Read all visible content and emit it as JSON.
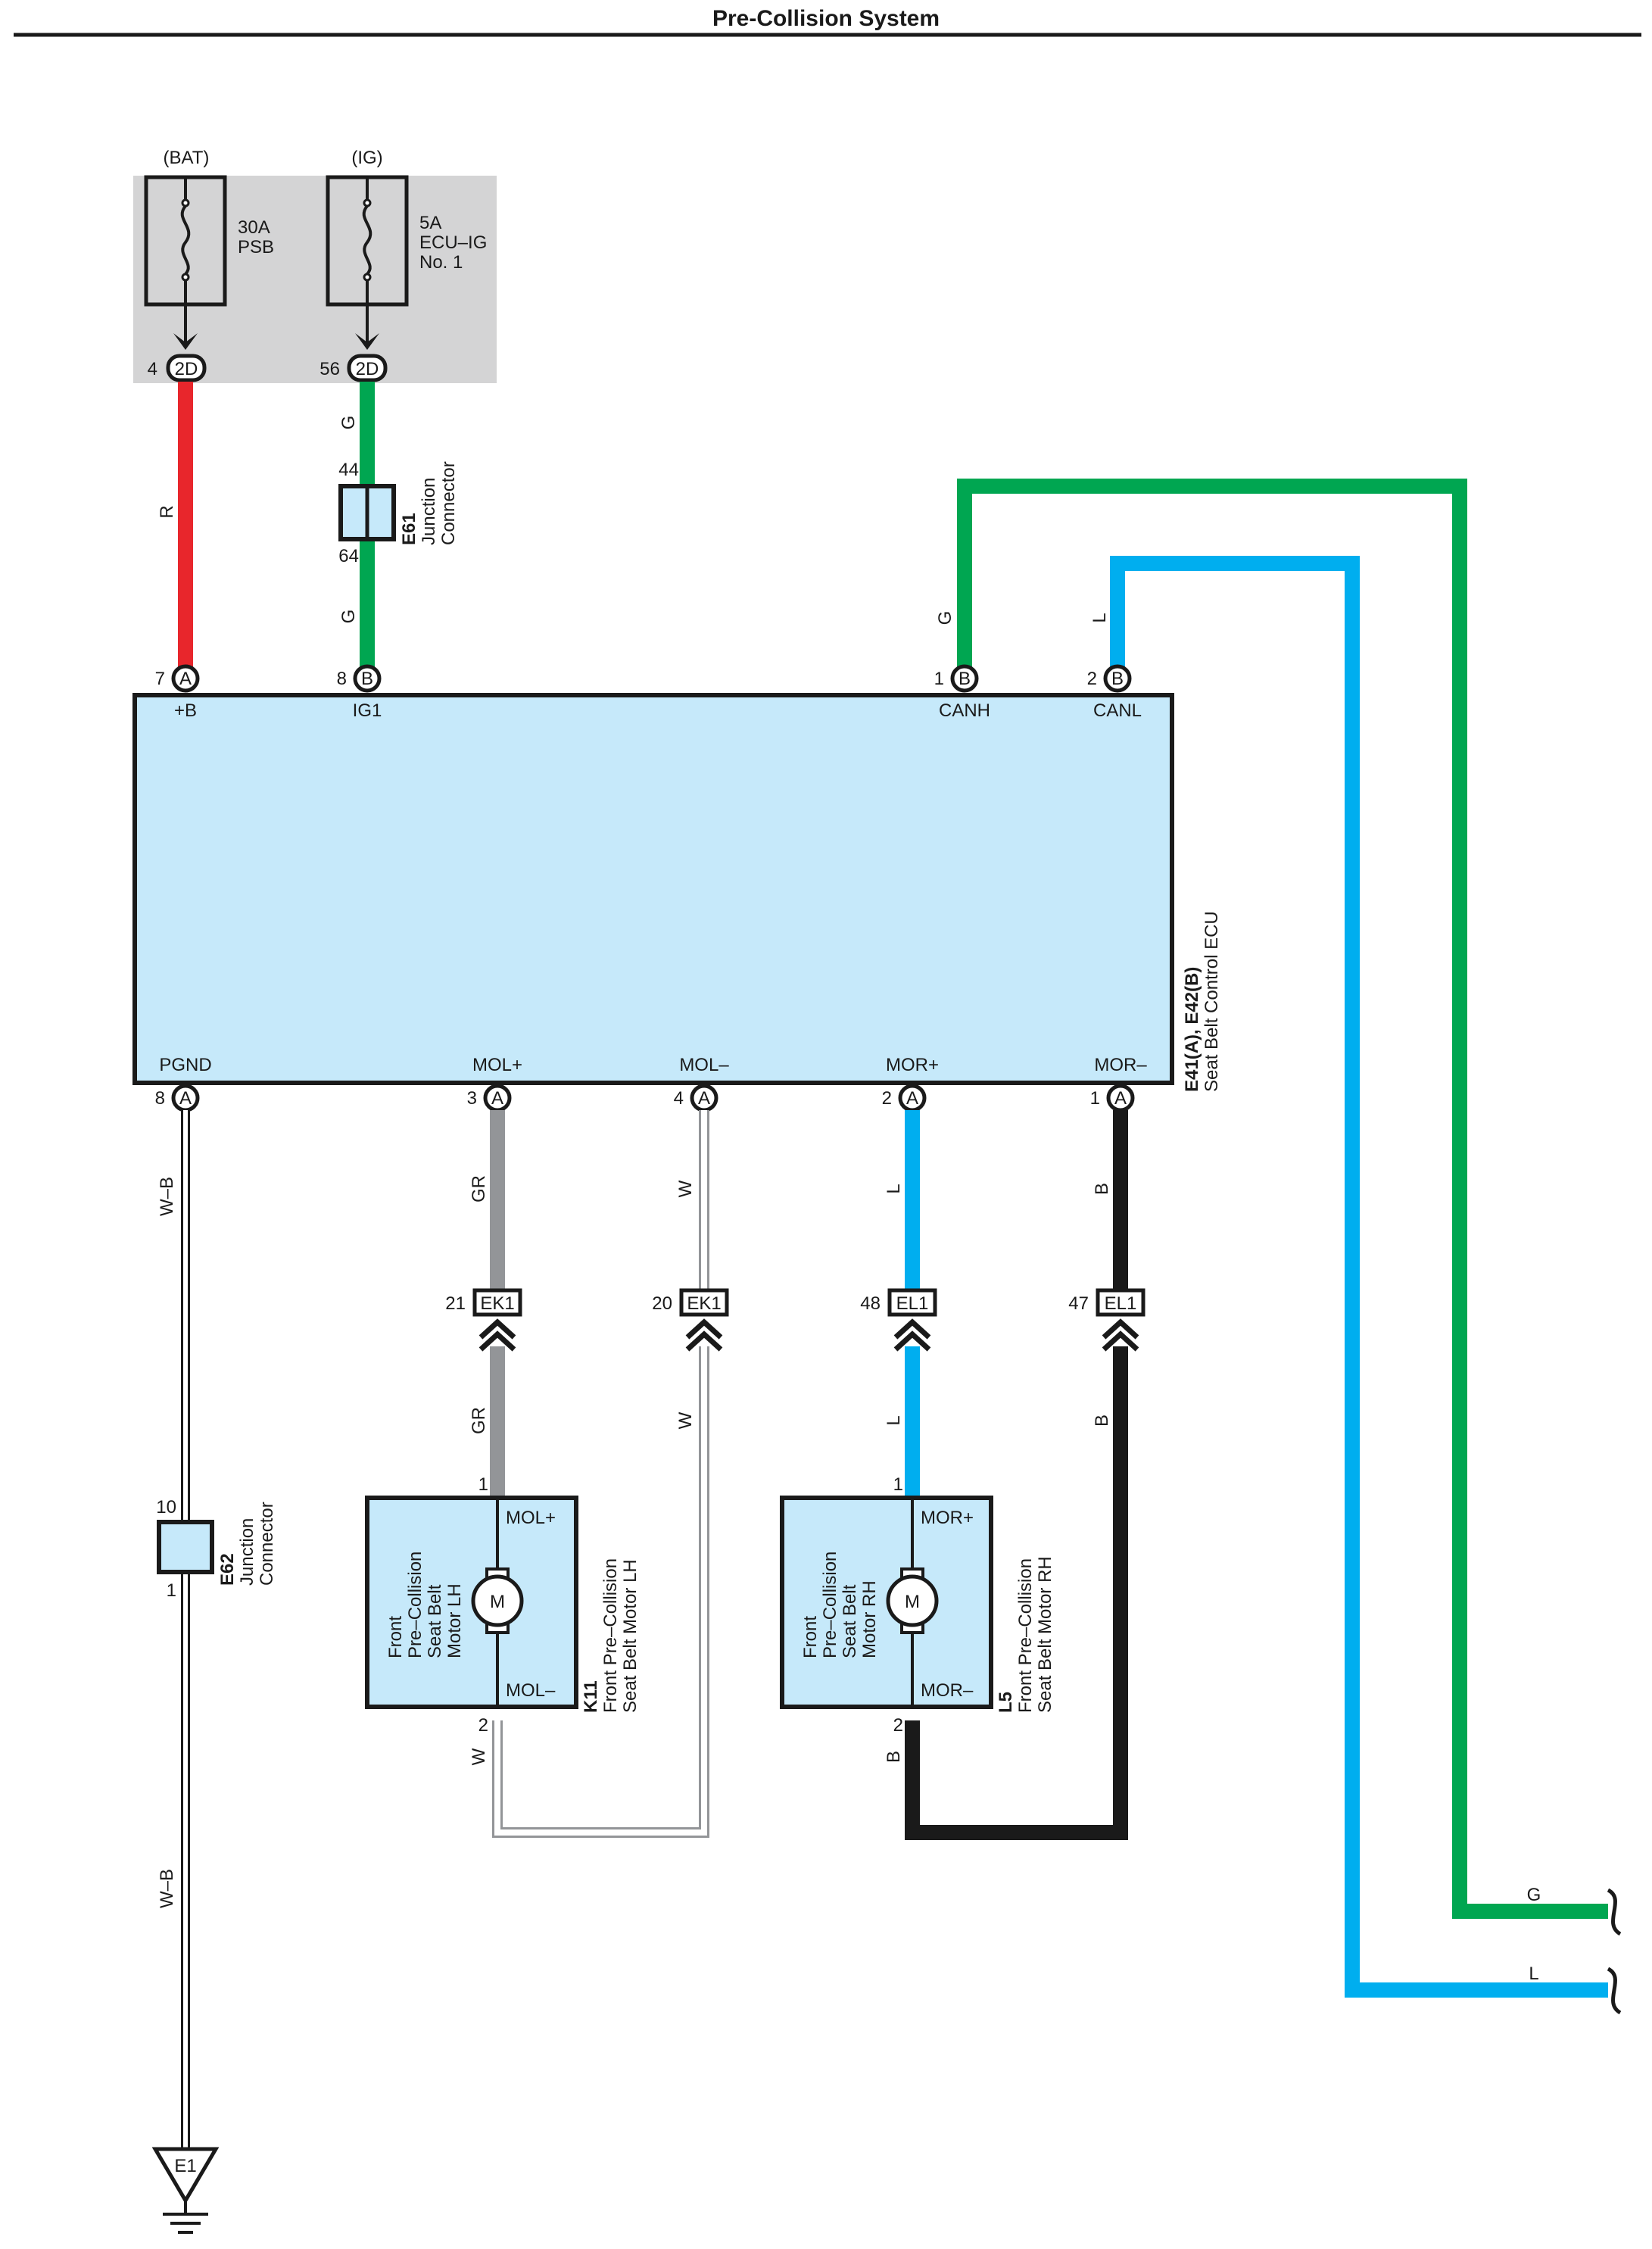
{
  "title": "Pre-Collision System",
  "colors": {
    "red": "#e8262c",
    "green": "#00a651",
    "blue": "#00aeef",
    "gray": "#939598",
    "black": "#1a1a1a",
    "ecu_fill": "#c6e9fa",
    "fuse_box_fill": "#d4d4d5"
  },
  "power": {
    "bat": "(BAT)",
    "ig": "(IG)",
    "fuse1": {
      "rating": "30A",
      "name": "PSB"
    },
    "fuse2": {
      "rating": "5A",
      "name": "ECU–IG",
      "name2": "No. 1"
    },
    "conn1": {
      "pin": "4",
      "id": "2D"
    },
    "conn2": {
      "pin": "56",
      "id": "2D"
    }
  },
  "junction_e61": {
    "id": "E61",
    "label1": "Junction",
    "label2": "Connector",
    "pin_top": "44",
    "pin_bottom": "64"
  },
  "junction_e62": {
    "id": "E62",
    "label1": "Junction",
    "label2": "Connector",
    "pin_top": "10",
    "pin_bottom": "1"
  },
  "wires": {
    "bat": "R",
    "ig_top": "G",
    "ig_bottom": "G",
    "canh": "G",
    "canl": "L",
    "pgnd_top": "W–B",
    "pgnd_bottom": "W–B",
    "mol_plus_top": "GR",
    "mol_plus_bottom": "GR",
    "mol_minus_top": "W",
    "mol_minus_bottom": "W",
    "mol_minus_motor": "W",
    "mor_plus_top": "L",
    "mor_plus_bottom": "L",
    "mor_minus_top": "B",
    "mor_minus_bottom": "B",
    "mor_minus_motor": "B",
    "canh_end": "G",
    "canl_end": "L"
  },
  "ecu": {
    "id": "E41(A), E42(B)",
    "name": "Seat Belt Control ECU",
    "top_pins": [
      {
        "num": "7",
        "conn": "A",
        "label": "+B"
      },
      {
        "num": "8",
        "conn": "B",
        "label": "IG1"
      },
      {
        "num": "1",
        "conn": "B",
        "label": "CANH"
      },
      {
        "num": "2",
        "conn": "B",
        "label": "CANL"
      }
    ],
    "bottom_pins": [
      {
        "num": "8",
        "conn": "A",
        "label": "PGND"
      },
      {
        "num": "3",
        "conn": "A",
        "label": "MOL+"
      },
      {
        "num": "4",
        "conn": "A",
        "label": "MOL–"
      },
      {
        "num": "2",
        "conn": "A",
        "label": "MOR+"
      },
      {
        "num": "1",
        "conn": "A",
        "label": "MOR–"
      }
    ]
  },
  "inline_connectors": [
    {
      "pin": "21",
      "id": "EK1"
    },
    {
      "pin": "20",
      "id": "EK1"
    },
    {
      "pin": "48",
      "id": "EL1"
    },
    {
      "pin": "47",
      "id": "EL1"
    }
  ],
  "motor_lh": {
    "id": "K11",
    "name1": "Front Pre–Collision",
    "name2": "Seat Belt Motor LH",
    "inner": [
      "Front",
      "Pre–Collision",
      "Seat Belt",
      "Motor LH"
    ],
    "term_top": "MOL+",
    "term_bottom": "MOL–",
    "pin_top": "1",
    "pin_bottom": "2",
    "motor": "M"
  },
  "motor_rh": {
    "id": "L5",
    "name1": "Front Pre–Collision",
    "name2": "Seat Belt Motor RH",
    "inner": [
      "Front",
      "Pre–Collision",
      "Seat Belt",
      "Motor RH"
    ],
    "term_top": "MOR+",
    "term_bottom": "MOR–",
    "pin_top": "1",
    "pin_bottom": "2",
    "motor": "M"
  },
  "ground": {
    "id": "E1"
  }
}
